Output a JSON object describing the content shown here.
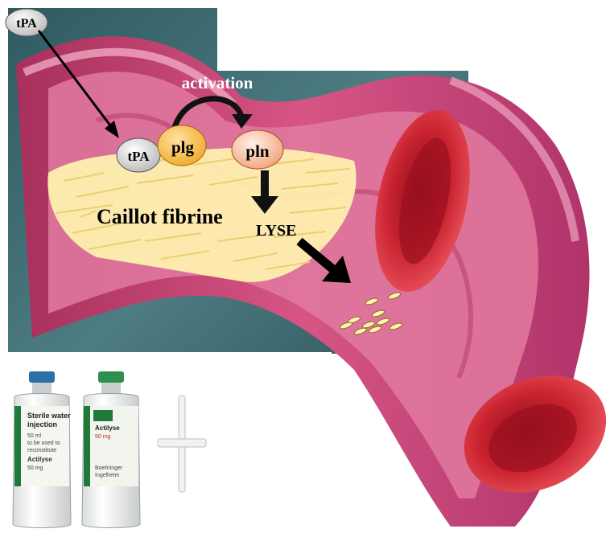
{
  "diagram": {
    "tpa_top": "tPA",
    "activation": "activation",
    "tpa_bound": "tPA",
    "plg": "plg",
    "pln": "pln",
    "clot": "Caillot fibrine",
    "lyse": "LYSE"
  },
  "vial_water": {
    "line1": "Sterile water",
    "line2": "injection",
    "line3": "50 ml",
    "line4": "to be used to",
    "line5": "reconstitute",
    "line6": "Actilyse",
    "line7": "50 mg"
  },
  "vial_drug": {
    "line1": "Actilyse",
    "line2": "50 mg",
    "line3": "Boehringer",
    "line4": "Ingelheim"
  },
  "colors": {
    "vessel": "#c43f6e",
    "vessel_inner": "#e98fae",
    "background_panel": "#3f6d74",
    "clot": "#fff6c0",
    "plg": "#f5b942",
    "pln": "#f7c5a6",
    "tpa": "#d9d9d9",
    "rbc": "#c2182a"
  }
}
